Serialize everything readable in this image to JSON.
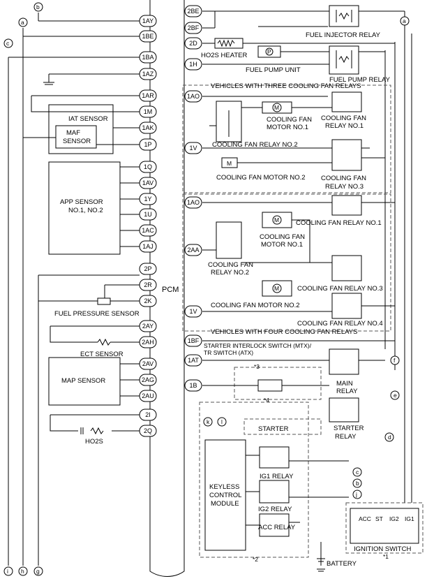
{
  "pcm": {
    "label": "PCM",
    "left_pins": [
      "1AY",
      "1BE",
      "1BA",
      "1AZ",
      "1AR",
      "1M",
      "1AK",
      "1P",
      "1Q",
      "1AV",
      "1Y",
      "1U",
      "1AC",
      "1AJ",
      "2P",
      "2R",
      "2K",
      "2AY",
      "2AH",
      "2AV",
      "2AG",
      "2AU",
      "2I",
      "2Q"
    ],
    "right_pins": [
      "2BE",
      "2BF",
      "2D",
      "1H",
      "1AO",
      "1V",
      "1AO",
      "2AA",
      "1V",
      "1BF",
      "1AT",
      "1B"
    ]
  },
  "sensors": {
    "iat": "IAT SENSOR",
    "maf": [
      "MAF",
      "SENSOR"
    ],
    "app": [
      "APP SENSOR",
      "NO.1, NO.2"
    ],
    "fuel_pressure": "FUEL PRESSURE SENSOR",
    "ect": "ECT SENSOR",
    "map": "MAP SENSOR",
    "ho2s": "HO2S"
  },
  "components": {
    "fuel_injector_relay": "FUEL INJECTOR RELAY",
    "ho2s_heater": "HO2S HEATER",
    "fuel_pump_unit": "FUEL PUMP UNIT",
    "fuel_pump_relay": "FUEL PUMP RELAY",
    "three_fan_title": "VEHICLES WITH THREE COOLING FAN RELAYS",
    "four_fan_title": "VEHICLES WITH FOUR COOLING FAN RELAYS",
    "fan_motor_1": [
      "COOLING FAN",
      "MOTOR NO.1"
    ],
    "fan_relay_1": [
      "COOLING FAN",
      "RELAY NO.1"
    ],
    "fan_relay_2": "COOLING FAN RELAY NO.2",
    "fan_motor_2": "COOLING FAN MOTOR NO.2",
    "fan_relay_3": [
      "COOLING FAN",
      "RELAY NO.3"
    ],
    "four_relay_1": "COOLING FAN RELAY NO.1",
    "four_motor_1": [
      "COOLING FAN",
      "MOTOR NO.1"
    ],
    "four_relay_2": [
      "COOLING FAN",
      "RELAY NO.2"
    ],
    "four_relay_3": "COOLING FAN RELAY NO.3",
    "four_motor_2": "COOLING FAN MOTOR NO.2",
    "four_relay_4": "COOLING FAN RELAY NO.4",
    "starter_switch": [
      "STARTER INTERLOCK SWITCH (MTX)/",
      "TR SWITCH (ATX)"
    ],
    "note3": "*3",
    "note4": "*4",
    "main_relay": [
      "MAIN",
      "RELAY"
    ],
    "starter": "STARTER",
    "starter_relay": [
      "STARTER",
      "RELAY"
    ],
    "keyless": [
      "KEYLESS",
      "CONTROL",
      "MODULE"
    ],
    "ig1_relay": "IG1 RELAY",
    "ig2_relay": "IG2 RELAY",
    "acc_relay": "ACC RELAY",
    "note2": "*2",
    "ignition_switch": "IGNITION SWITCH",
    "ignition_positions": [
      "ACC",
      "ST",
      "IG2",
      "IG1"
    ],
    "note1": "*1",
    "battery": "BATTERY"
  },
  "connectors": {
    "top": [
      "b",
      "a",
      "c"
    ],
    "right": [
      "a",
      "f",
      "e",
      "d"
    ],
    "lower": [
      "k",
      "l",
      "c",
      "b",
      "j"
    ],
    "bottom": [
      "i",
      "h",
      "g"
    ]
  }
}
